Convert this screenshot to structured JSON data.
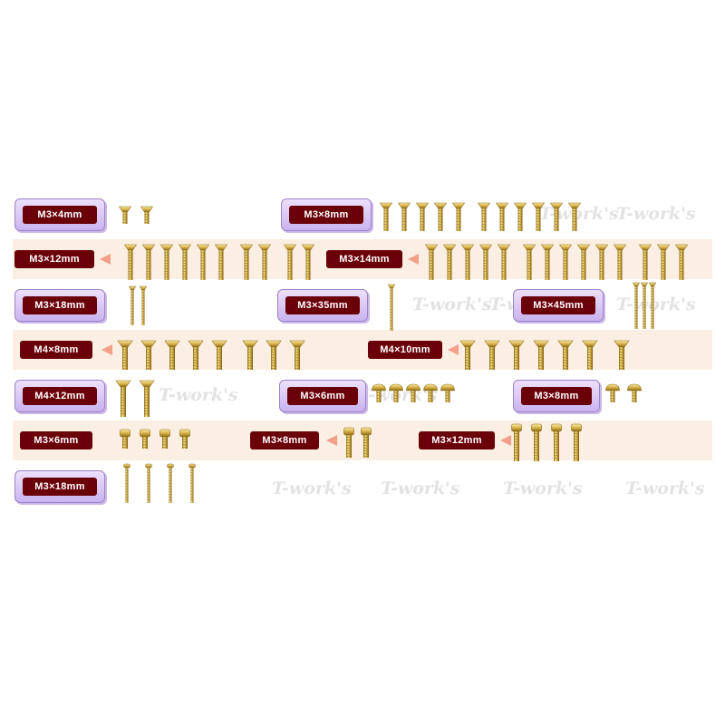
{
  "watermark": "T-work's",
  "colors": {
    "band": "#fbeee2",
    "label_bg": "#6a0008",
    "label_text": "#ffffff",
    "tag_bg": "#d8c6f4",
    "arrow": "#f2a08a",
    "gold": "#d8b24a"
  },
  "rows": [
    {
      "id": "r1",
      "banded": false,
      "groups": [
        {
          "label": "M3×4mm",
          "style": "tag",
          "head": "flat",
          "length": "short",
          "count": 2
        },
        {
          "label": "M3×8mm",
          "style": "tag",
          "head": "flat",
          "length": "medium",
          "count": 11
        }
      ]
    },
    {
      "id": "r2",
      "banded": true,
      "groups": [
        {
          "label": "M3×12mm",
          "style": "arrow",
          "head": "flat",
          "length": "long",
          "count": 10
        },
        {
          "label": "M3×14mm",
          "style": "arrow",
          "head": "flat",
          "length": "long",
          "count": 14
        }
      ]
    },
    {
      "id": "r3",
      "banded": false,
      "groups": [
        {
          "label": "M3×18mm",
          "style": "tag",
          "head": "flat",
          "length": "xlong",
          "count": 2
        },
        {
          "label": "M3×35mm",
          "style": "tag",
          "head": "flat",
          "length": "xxlong",
          "count": 1
        },
        {
          "label": "M3×45mm",
          "style": "tag",
          "head": "flat",
          "length": "xxlong",
          "count": 3
        }
      ]
    },
    {
      "id": "r4",
      "banded": true,
      "groups": [
        {
          "label": "M4×8mm",
          "style": "arrow",
          "head": "flat-wide",
          "length": "medium",
          "count": 8
        },
        {
          "label": "M4×10mm",
          "style": "arrow",
          "head": "flat-wide",
          "length": "medium",
          "count": 7
        }
      ]
    },
    {
      "id": "r5",
      "banded": false,
      "groups": [
        {
          "label": "M4×12mm",
          "style": "tag",
          "head": "flat-wide",
          "length": "long",
          "count": 2
        },
        {
          "label": "M3×6mm",
          "style": "tag",
          "head": "button",
          "length": "short",
          "count": 5
        },
        {
          "label": "M3×8mm",
          "style": "tag",
          "head": "button",
          "length": "short",
          "count": 2
        }
      ]
    },
    {
      "id": "r6",
      "banded": true,
      "groups": [
        {
          "label": "M3×6mm",
          "style": "plain",
          "head": "cap",
          "length": "short",
          "count": 4
        },
        {
          "label": "M3×8mm",
          "style": "arrow",
          "head": "cap",
          "length": "medium",
          "count": 2
        },
        {
          "label": "M3×12mm",
          "style": "arrow",
          "head": "cap",
          "length": "long",
          "count": 4
        }
      ]
    },
    {
      "id": "r7",
      "banded": false,
      "groups": [
        {
          "label": "M3×18mm",
          "style": "tag",
          "head": "cap",
          "length": "xlong",
          "count": 4
        }
      ]
    }
  ]
}
